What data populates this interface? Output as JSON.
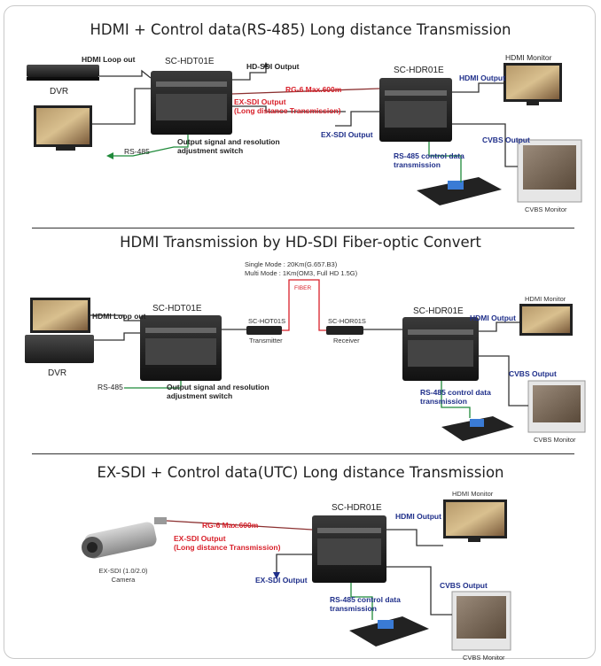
{
  "section1": {
    "title": "HDMI + Control data(RS-485) Long distance Transmission",
    "hdmi_loop_out": "HDMI Loop out",
    "dvr": "DVR",
    "transmitter_name": "SC-HDT01E",
    "hd_sdi_output": "HD-SDI Output",
    "rg6": "RG-6 Max.600m",
    "ex_sdi_output_long": "EX-SDI Output\n(Long distance Transmission)",
    "ex_sdi_output": "EX-SDI Output",
    "rs485": "RS-485",
    "switch_note": "Output signal and resolution\nadjustment switch",
    "receiver_name": "SC-HDR01E",
    "hdmi_output": "HDMI Output",
    "hdmi_monitor": "HDMI Monitor",
    "cvbs_output": "CVBS Output",
    "control_note": "RS-485 control data\ntransmission",
    "cvbs_monitor": "CVBS Monitor"
  },
  "section2": {
    "title": "HDMI Transmission by HD-SDI Fiber-optic Convert",
    "single_mode": "Single Mode : 20Km(G.657.B3)",
    "multi_mode": "Multi Mode : 1Km(OM3, Full HD 1.5G)",
    "fiber": "FIBER",
    "hdmi_loop_out": "HDMI Loop out",
    "transmitter_name": "SC-HDT01E",
    "fiber_tx_name": "SC-HOT01S",
    "fiber_tx_role": "Transmitter",
    "fiber_rx_name": "SC-HOR01S",
    "fiber_rx_role": "Receiver",
    "receiver_name": "SC-HDR01E",
    "hdmi_output": "HDMI Output",
    "hdmi_monitor": "HDMI Monitor",
    "dvr": "DVR",
    "rs485": "RS-485",
    "switch_note": "Output signal and resolution\nadjustment switch",
    "cvbs_output": "CVBS Output",
    "control_note": "RS-485 control data\ntransmission",
    "cvbs_monitor": "CVBS Monitor"
  },
  "section3": {
    "title": "EX-SDI + Control data(UTC) Long distance Transmission",
    "receiver_name": "SC-HDR01E",
    "hdmi_monitor": "HDMI Monitor",
    "rg6": "RG-6 Max.600m",
    "hdmi_output": "HDMI Output",
    "ex_sdi_output_long": "EX-SDI Output\n(Long distance Transmission)",
    "camera": "EX-SDI (1.0/2.0)\nCamera",
    "ex_sdi_output": "EX-SDI Output",
    "cvbs_output": "CVBS Output",
    "control_note": "RS-485 control data\ntransmission",
    "cvbs_monitor": "CVBS Monitor"
  },
  "colors": {
    "red": "#d8202a",
    "navy": "#1f2f8a",
    "green": "#1f8a3a",
    "device": "#2a2a2a"
  }
}
